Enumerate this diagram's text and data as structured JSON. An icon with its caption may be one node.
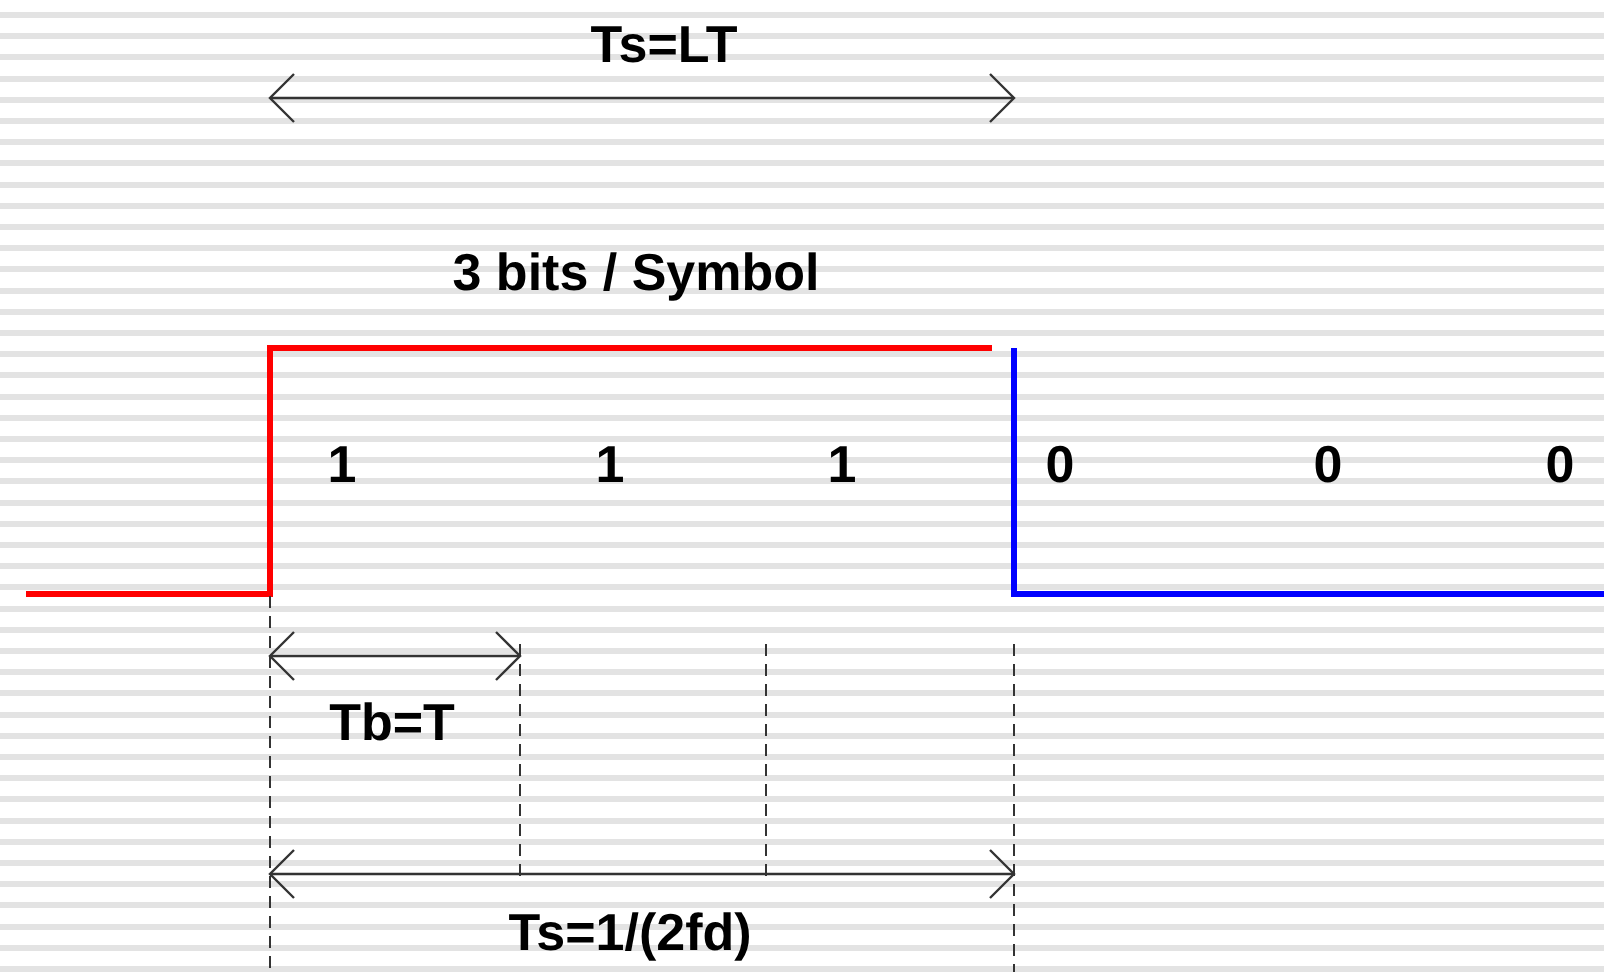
{
  "diagram": {
    "labels": [
      "Ts=LT",
      "3 bits / Symbol",
      "1",
      "1",
      "1",
      "0",
      "0",
      "0",
      "Tb=T",
      "Ts=1/(2fd)"
    ]
  }
}
